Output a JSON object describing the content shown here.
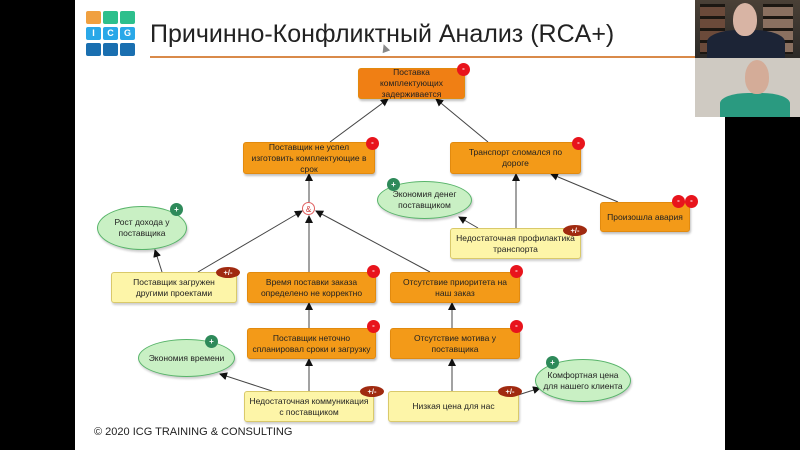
{
  "slide": {
    "title": "Причинно-Конфликтный Анализ (RCA+)",
    "footer": "© 2020 ICG TRAINING & CONSULTING",
    "logo": {
      "letters": [
        "I",
        "C",
        "G"
      ],
      "colors": {
        "orange": "#f0a040",
        "green": "#2dbf8c",
        "light_blue": "#2aa8e8",
        "dark_blue": "#1a6fb0"
      }
    },
    "accent_rule_color": "#d98a4a"
  },
  "diagram": {
    "colors": {
      "negative": "#f39a18",
      "top_negative": "#f07f14",
      "mixed": "#fdf5a8",
      "positive": "#c9f0c4",
      "minus_badge": "#e8141c",
      "plus_badge": "#2e8a5a",
      "pm_badge": "#a02a10"
    },
    "badges": {
      "minus": "-",
      "plus": "+",
      "pm": "+/-"
    },
    "and_gate": "&",
    "nodes": {
      "supply_delayed": "Поставка комплектующих задерживается",
      "supplier_late": "Поставщик не успел изготовить комплектующие в срок",
      "transport_broke": "Транспорт сломался по дороге",
      "supplier_savings": "Экономия денег поставщиком",
      "accident": "Произошла авария",
      "poor_maintenance": "Недостаточная профилактика транспорта",
      "supplier_income": "Рост дохода у поставщика",
      "supplier_busy": "Поставщик загружен другими проектами",
      "lead_time_wrong": "Время поставки заказа определено не корректно",
      "no_priority": "Отсутствие приоритета на наш заказ",
      "bad_planning": "Поставщик неточно спланировал сроки и загрузку",
      "no_motive": "Отсутствие мотива у поставщика",
      "time_saving": "Экономия времени",
      "poor_communication": "Недостаточная коммуникация с поставщиком",
      "low_price": "Низкая цена для нас",
      "comfortable_price": "Комфортная цена для нашего клиента"
    }
  },
  "video_panel": {
    "participants": [
      "participant-1",
      "participant-2"
    ]
  }
}
